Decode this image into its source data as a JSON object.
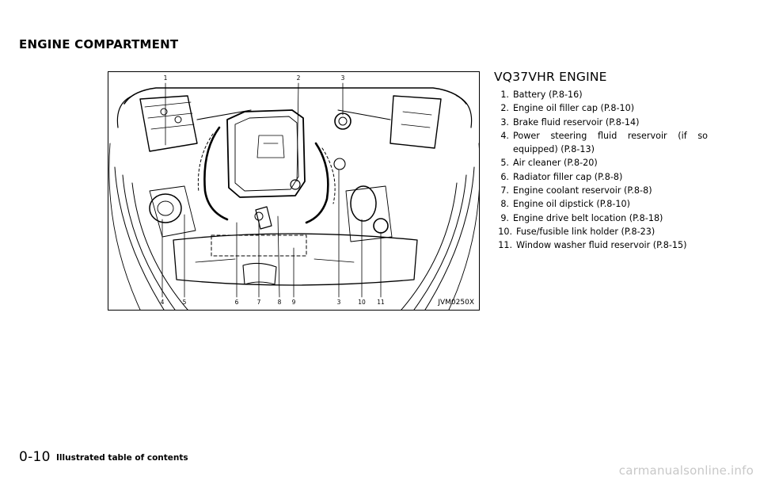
{
  "section_title": "ENGINE COMPARTMENT",
  "figure": {
    "code": "JVM0250X",
    "top_callouts": [
      "1",
      "2",
      "3"
    ],
    "bottom_callouts": [
      "4",
      "5",
      "6",
      "7",
      "8",
      "9",
      "3",
      "10",
      "11"
    ]
  },
  "engine_title": "VQ37VHR ENGINE",
  "parts": [
    {
      "num": "1.",
      "text": "Battery (P.8-16)"
    },
    {
      "num": "2.",
      "text": "Engine oil filler cap (P.8-10)"
    },
    {
      "num": "3.",
      "text": "Brake fluid reservoir (P.8-14)"
    },
    {
      "num": "4.",
      "text": "Power steering fluid reservoir (if so equipped) (P.8-13)"
    },
    {
      "num": "5.",
      "text": "Air cleaner (P.8-20)"
    },
    {
      "num": "6.",
      "text": "Radiator filler cap (P.8-8)"
    },
    {
      "num": "7.",
      "text": "Engine coolant reservoir (P.8-8)"
    },
    {
      "num": "8.",
      "text": "Engine oil dipstick (P.8-10)"
    },
    {
      "num": "9.",
      "text": "Engine drive belt location (P.8-18)"
    },
    {
      "num": "10.",
      "text": "Fuse/fusible link holder (P.8-23)"
    },
    {
      "num": "11.",
      "text": "Window washer fluid reservoir (P.8-15)"
    }
  ],
  "footer": {
    "page_number": "0-10",
    "label": "Illustrated table of contents"
  },
  "watermark": "carmanualsonline.info"
}
